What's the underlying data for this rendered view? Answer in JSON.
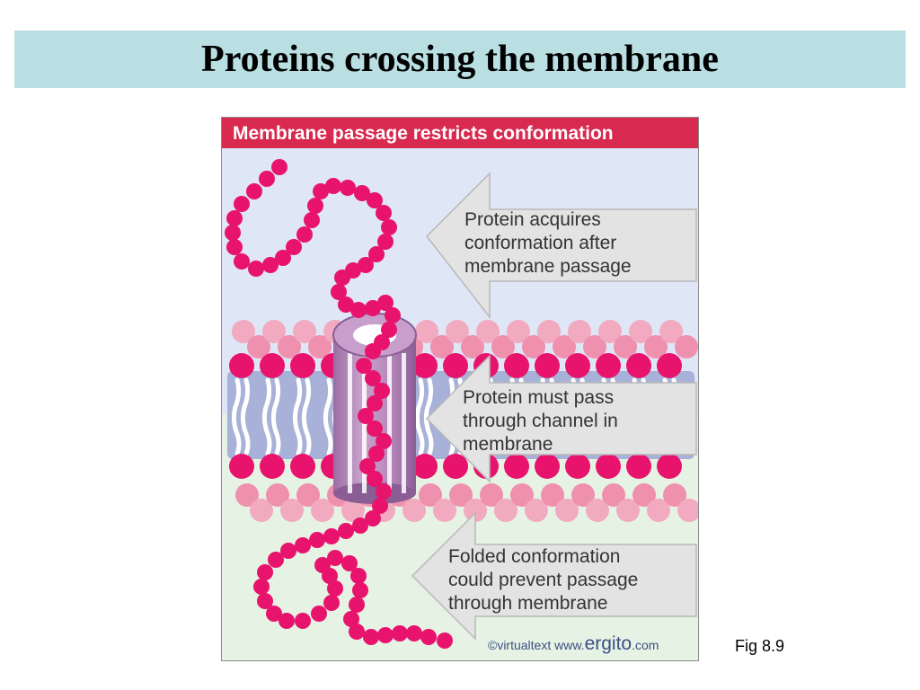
{
  "slide": {
    "title": "Proteins crossing the membrane",
    "fig_label": "Fig 8.9"
  },
  "diagram": {
    "header": "Membrane passage restricts conformation",
    "arrows": [
      {
        "lines": [
          "Protein acquires",
          "conformation after",
          "membrane passage"
        ]
      },
      {
        "lines": [
          "Protein must pass",
          "through channel in",
          "membrane"
        ]
      },
      {
        "lines": [
          "Folded conformation",
          "could prevent passage",
          "through membrane"
        ]
      }
    ],
    "credit": {
      "prefix": "©virtualtext  www.",
      "brand": "ergito",
      "suffix": ".com"
    },
    "colors": {
      "header_bg": "#d8294f",
      "top_region": "#dfe6f6",
      "bottom_region": "#e6f3e4",
      "bead": "#e8136c",
      "lipid_head": "#e8136c",
      "lipid_head_faint": "#f2aac0",
      "bilayer_core": "#a8b2d8",
      "channel": "#b586b9",
      "arrow_fill": "#e3e3e3"
    }
  }
}
